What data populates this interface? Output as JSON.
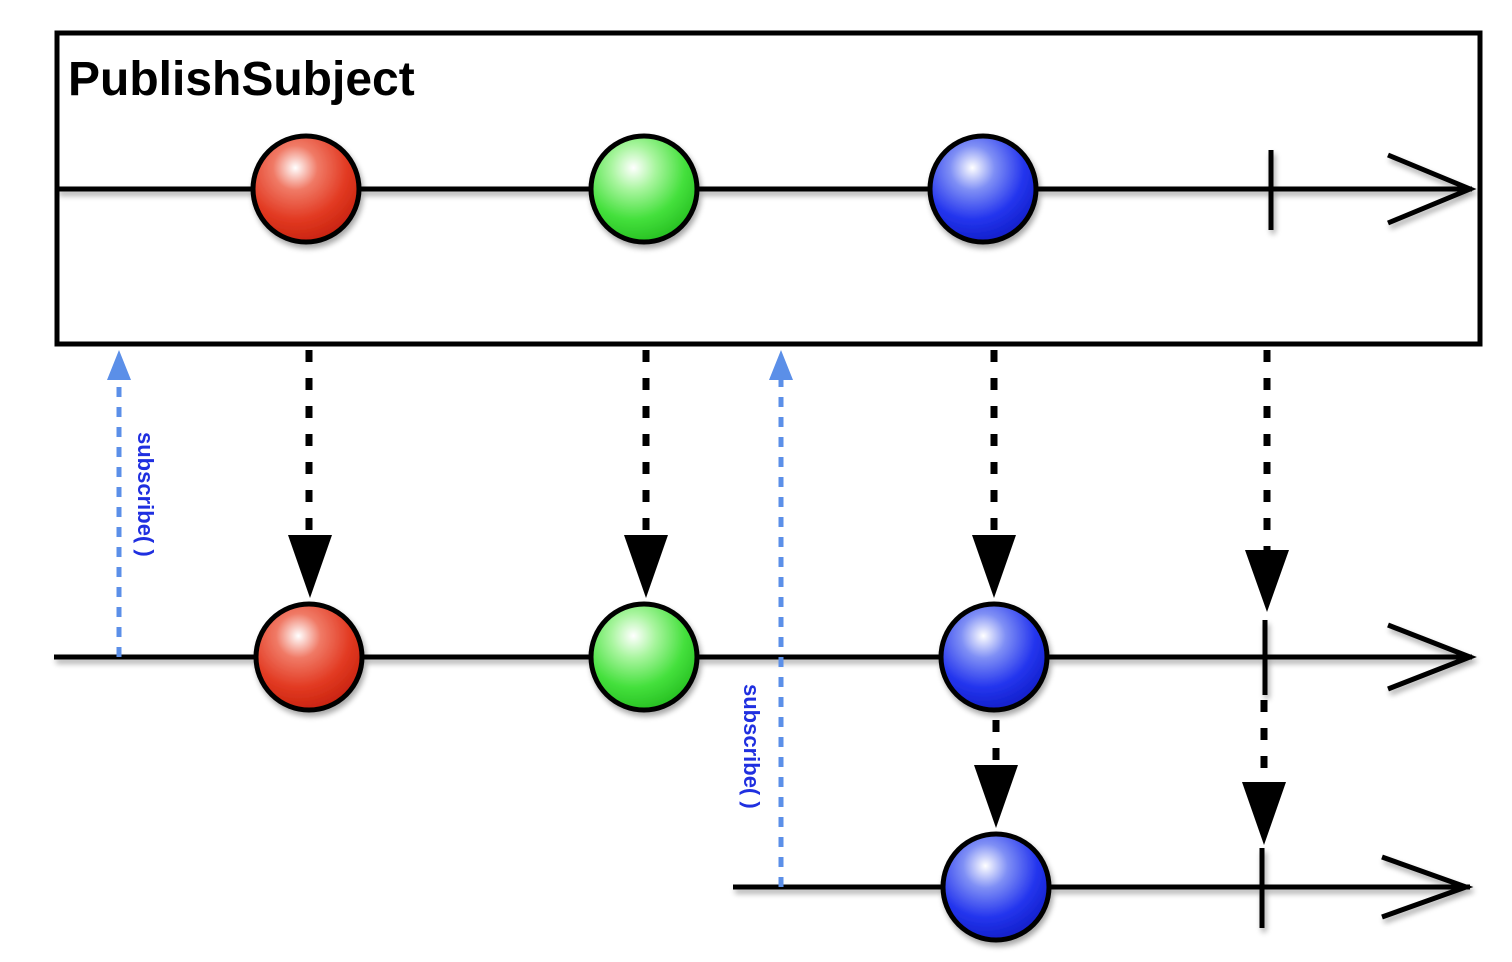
{
  "diagram": {
    "title": "PublishSubject",
    "subscribe_label_1": "subscribe( )",
    "subscribe_label_2": "subscribe( )"
  },
  "colors": {
    "red": "#e8321c",
    "green": "#3ee03a",
    "blue": "#1f2ff0",
    "subscribe_arrow": "#5b8fe8",
    "subscribe_text": "#1f2fe0",
    "line": "#000000"
  }
}
